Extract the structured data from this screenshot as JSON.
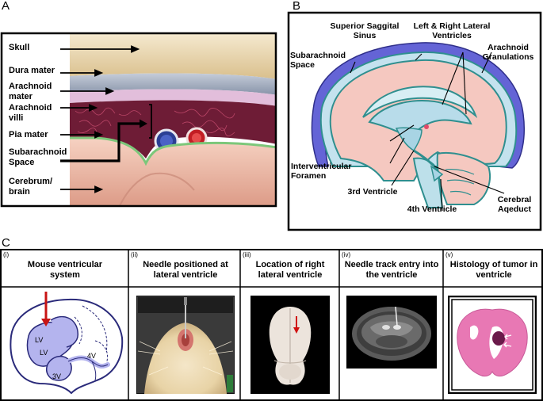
{
  "panels": {
    "A": {
      "letter": "A",
      "labels": [
        "Skull",
        "Dura mater",
        "Arachnoid mater",
        "Arachnoid villi",
        "Pia mater",
        "Subarachnoid Space",
        "Cerebrum/ brain"
      ]
    },
    "B": {
      "letter": "B",
      "labels": {
        "superior_sagittal": "Superior Saggital Sinus",
        "lateral_ventricles": "Left & Right Lateral Ventricles",
        "arachnoid_granulations": "Arachnoid Granulations",
        "subarachnoid_space": "Subarachnoid Space",
        "interventricular_foramen": "Interventricular Foramen",
        "third_ventricle": "3rd Ventricle",
        "fourth_ventricle": "4th Ventricle",
        "cerebral_aqueduct": "Cerebral Aqeduct"
      }
    },
    "C": {
      "letter": "C",
      "subpanels": [
        {
          "num": "(i)",
          "title": "Mouse ventricular system",
          "labels": [
            "LV",
            "LV",
            "3V",
            "4V"
          ]
        },
        {
          "num": "(ii)",
          "title": "Needle positioned at lateral ventricle"
        },
        {
          "num": "(iii)",
          "title": "Location of right lateral ventricle"
        },
        {
          "num": "(iv)",
          "title": "Needle track entry into the ventricle"
        },
        {
          "num": "(v)",
          "title": "Histology of tumor in ventricle"
        }
      ]
    }
  },
  "colors": {
    "bone": "#e8d4a8",
    "dura": "#a9b3c6",
    "arachnoid": "#e8b8d8",
    "villi": "#7a1f3a",
    "pia": "#8fd08a",
    "brain": "#f2c3b0",
    "sinus": "#6464d6",
    "csf": "#b8dcea",
    "outline": "#2f8f8f",
    "ventricle": "#b4b4ee",
    "arrow_red": "#c81414",
    "histology": "#e878b4"
  }
}
